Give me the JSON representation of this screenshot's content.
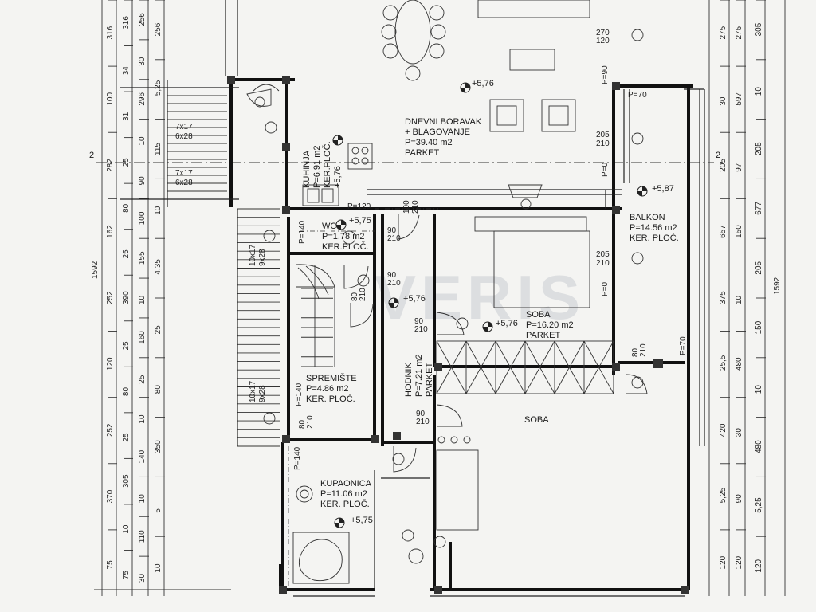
{
  "rooms": {
    "living": {
      "name1": "DNEVNI BORAVAK",
      "name2": "+ BLAGOVANJE",
      "area": "P=39.40 m2",
      "floor": "PARKET"
    },
    "kitchen": {
      "name": "KUHINJA",
      "area": "P=6.91 m2",
      "floor": "KER.PLOČ.",
      "level": "+5,76"
    },
    "wc": {
      "name": "WC",
      "area": "P=1.78 m2",
      "floor": "KER.PLOČ.",
      "level": "+5,75"
    },
    "balcony": {
      "name": "BALKON",
      "area": "P=14.56 m2",
      "floor": "KER. PLOČ.",
      "level": "+5,87"
    },
    "bedroom1": {
      "name": "SOBA",
      "area": "P=16.20 m2",
      "floor": "PARKET",
      "level": "+5,76"
    },
    "hall": {
      "name": "HODNIK",
      "area": "P=7.21 m2",
      "floor": "PARKET",
      "level": "+5,76"
    },
    "storage": {
      "name": "SPREMIŠTE",
      "area": "P=4.86 m2",
      "floor": "KER. PLOČ."
    },
    "bedroom2": {
      "name": "SOBA"
    },
    "bathroom": {
      "name": "KUPAONICA",
      "area": "P=11.06 m2",
      "floor": "KER. PLOČ.",
      "level": "+5,75"
    }
  },
  "levels": {
    "living": "+5,76"
  },
  "section_mark": "2",
  "stairs": {
    "s1": "7x17",
    "s1b": "6x28",
    "s2": "7x17",
    "s2b": "6x28",
    "s3": "10x17",
    "s3b": "9x28",
    "s4": "10x17",
    "s4b": "9x28"
  },
  "doors": {
    "d1a": "270",
    "d1b": "120",
    "d2a": "205",
    "d2b": "210",
    "d3a": "205",
    "d3b": "210",
    "d4a": "100",
    "d4b": "210",
    "d5a": "90",
    "d5b": "210",
    "d6a": "90",
    "d6b": "210",
    "d7a": "90",
    "d7b": "210",
    "d8a": "90",
    "d8b": "210",
    "d9a": "80",
    "d9b": "210",
    "d10a": "80",
    "d10b": "210",
    "d11a": "80",
    "d11b": "210"
  },
  "parapets": {
    "p1": "P=90",
    "p2": "P=70",
    "p3": "P=0",
    "p4": "P=0",
    "p5": "P=70",
    "p6": "P=140",
    "p7": "P=140",
    "p8": "P=140",
    "p9": "P=120"
  },
  "dims_left": {
    "c1": [
      "316",
      "100",
      "282",
      "162",
      "252",
      "120",
      "252",
      "370",
      "75"
    ],
    "c2": [
      "316",
      "34",
      "31",
      "25",
      "80",
      "25",
      "390",
      "25",
      "80",
      "25",
      "305",
      "10",
      "75"
    ],
    "c3": [
      "256",
      "30",
      "296",
      "10",
      "90",
      "100",
      "155",
      "10",
      "160",
      "25",
      "10",
      "140",
      "10",
      "110",
      "30"
    ],
    "c4": [
      "256",
      "5,25",
      "115",
      "10",
      "4,35",
      "25",
      "80",
      "350",
      "5",
      "10"
    ],
    "total": "1592"
  },
  "dims_right": {
    "c1": [
      "275",
      "30",
      "205",
      "657",
      "375",
      "25,5",
      "420",
      "5,25",
      "120"
    ],
    "c2": [
      "275",
      "597",
      "97",
      "150",
      "10",
      "480",
      "30",
      "90",
      "120"
    ],
    "c3": [
      "305",
      "10",
      "205",
      "677",
      "205",
      "150",
      "10",
      "480",
      "5,25",
      "120"
    ],
    "total": "1592"
  },
  "watermark": "VERIS"
}
